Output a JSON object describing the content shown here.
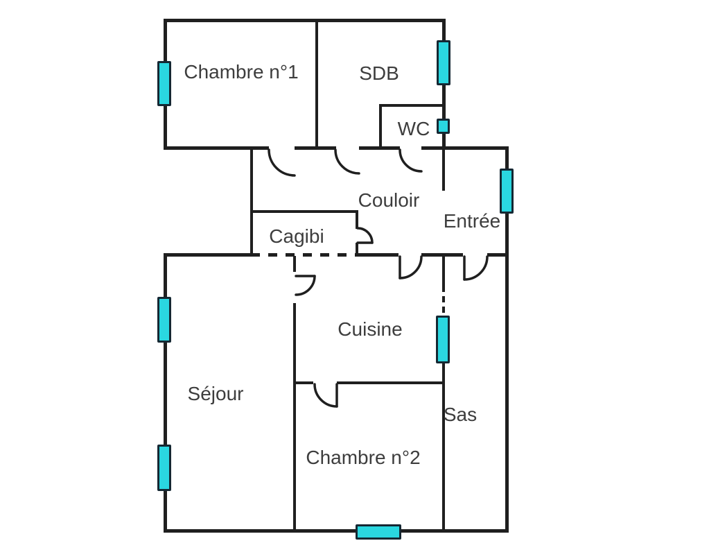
{
  "floorplan": {
    "type": "apartment-floor-plan",
    "rooms": [
      {
        "label": "Chambre n°1"
      },
      {
        "label": "SDB"
      },
      {
        "label": "WC"
      },
      {
        "label": "Couloir"
      },
      {
        "label": "Cagibi"
      },
      {
        "label": "Entrée"
      },
      {
        "label": "Cuisine"
      },
      {
        "label": "Séjour"
      },
      {
        "label": "Sas"
      },
      {
        "label": "Chambre n°2"
      }
    ],
    "counts": {
      "windows": 8,
      "doors": 8
    },
    "colors": {
      "wall": "#1f1f1f",
      "window_fill": "#2ad7e0",
      "window_border": "#152833",
      "label_text": "#3d3d3d",
      "background": "#ffffff"
    }
  }
}
